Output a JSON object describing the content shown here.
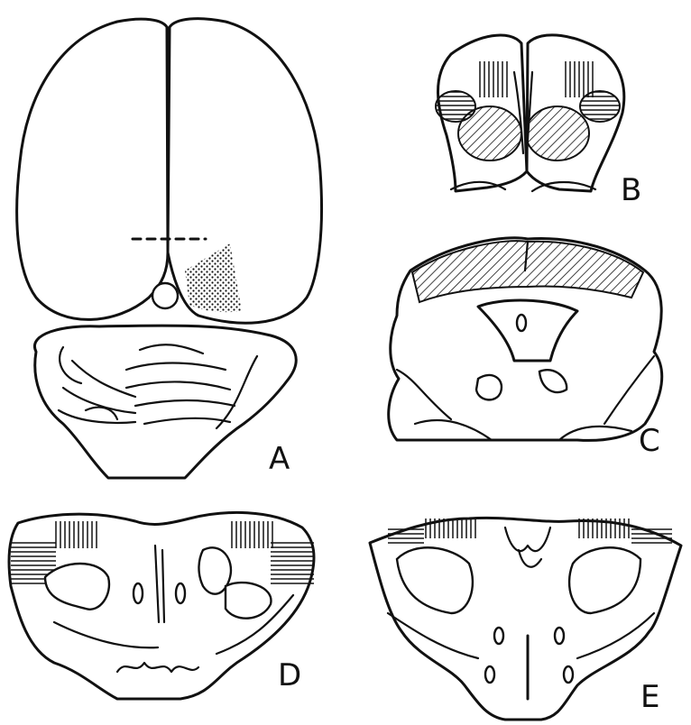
{
  "panels": [
    {
      "key": "A",
      "label": "A"
    },
    {
      "key": "B",
      "label": "B"
    },
    {
      "key": "C",
      "label": "C"
    },
    {
      "key": "D",
      "label": "D"
    },
    {
      "key": "E",
      "label": "E"
    }
  ],
  "colors": {
    "ink": "#111111",
    "paper": "#ffffff"
  }
}
